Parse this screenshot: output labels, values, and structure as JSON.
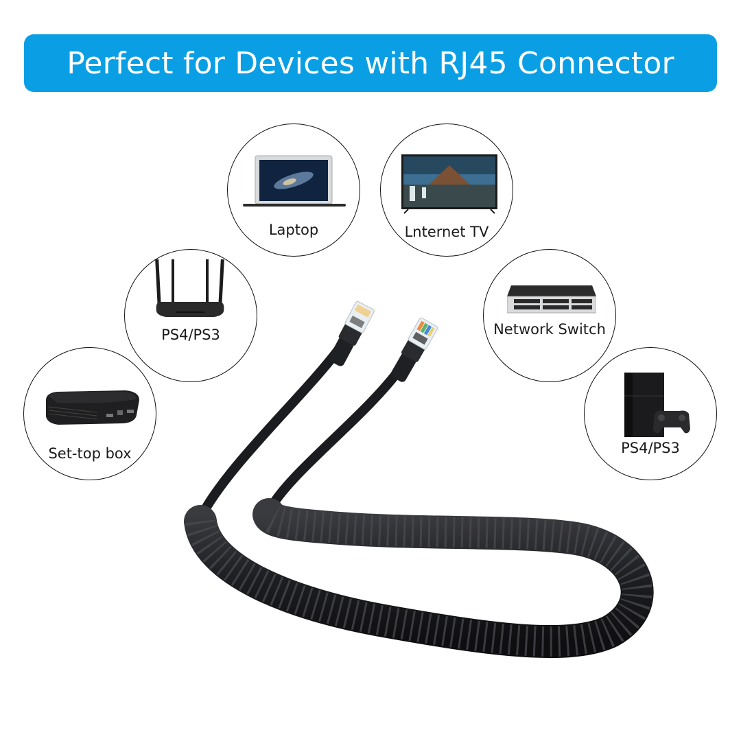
{
  "banner": {
    "title": "Perfect for Devices with RJ45 Connector",
    "background_color": "#0a9fe4",
    "text_color": "#ffffff"
  },
  "devices": [
    {
      "id": "laptop",
      "label": "Laptop",
      "icon": "laptop-icon"
    },
    {
      "id": "tv",
      "label": "Lnternet TV",
      "icon": "tv-icon"
    },
    {
      "id": "router",
      "label": "PS4/PS3",
      "icon": "router-icon"
    },
    {
      "id": "switch",
      "label": "Network Switch",
      "icon": "network-switch-icon"
    },
    {
      "id": "settop",
      "label": "Set-top box",
      "icon": "set-top-box-icon"
    },
    {
      "id": "console",
      "label": "PS4/PS3",
      "icon": "game-console-icon"
    }
  ],
  "product": {
    "name": "coiled-rj45-ethernet-cable",
    "cable_color": "#1e1f22",
    "connector_count": 2
  }
}
